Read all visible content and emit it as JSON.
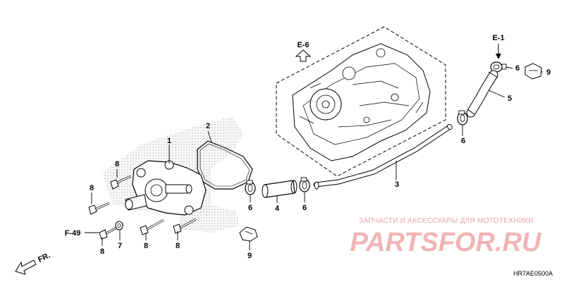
{
  "refs": {
    "e6": "E-6",
    "e1": "E-1",
    "f49": "F-49",
    "fr": "FR."
  },
  "callouts": {
    "c1": "1",
    "c2": "2",
    "c3": "3",
    "c4": "4",
    "c5": "5",
    "c6a": "6",
    "c6b": "6",
    "c6c": "6",
    "c6d": "6",
    "c7": "7",
    "c8a": "8",
    "c8b": "8",
    "c8c": "8",
    "c8d": "8",
    "c8e": "8",
    "c9a": "9",
    "c9b": "9"
  },
  "watermark": {
    "caption": "ЗАПЧАСТИ И АКСЕССУАРЫ ДЛЯ МОТОТЕХНИКИ",
    "brand": "PARTSFOR.RU"
  },
  "diagram_code": "HR7AE0500A",
  "colors": {
    "line": "#000000",
    "watermark": "#f0b5b5",
    "stipple": "#9a9a9a"
  }
}
